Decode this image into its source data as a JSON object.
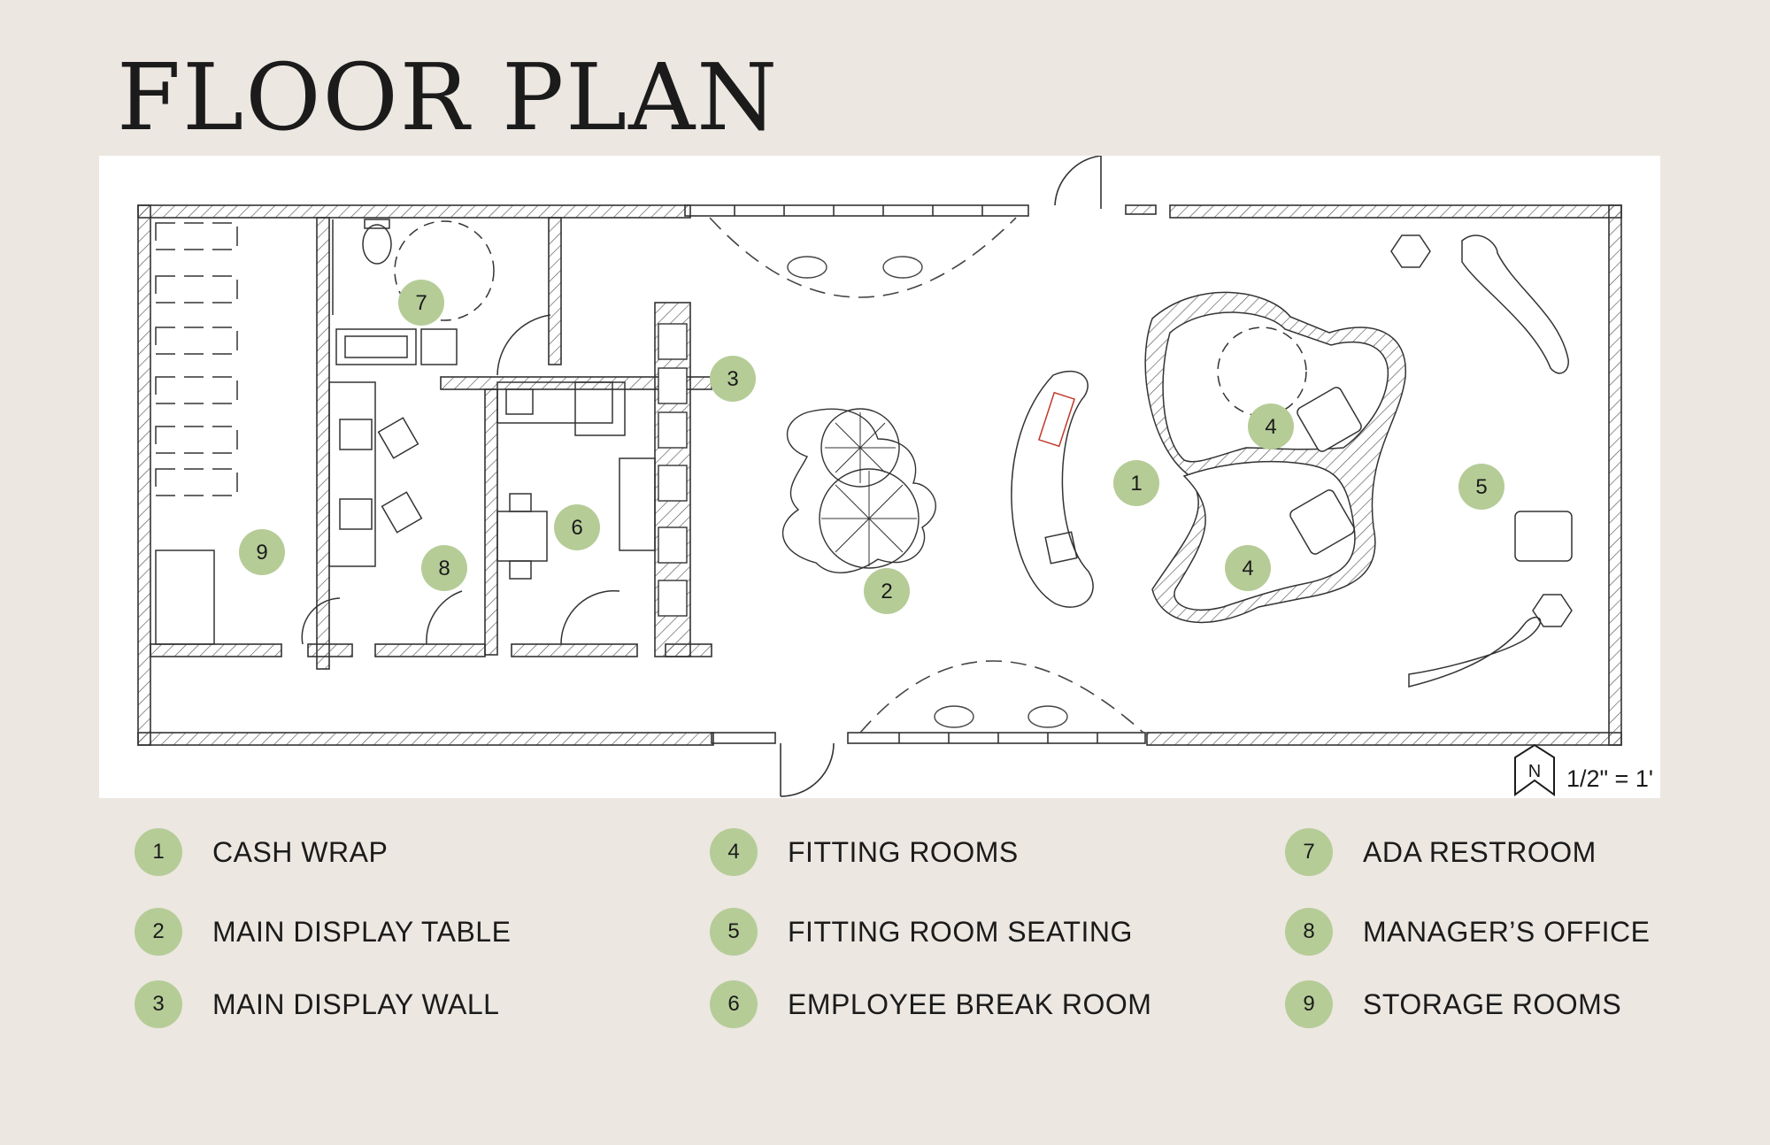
{
  "title": "FLOOR PLAN",
  "scale": "1/2\" = 1'",
  "north_label": "N",
  "accent_color": "#b5cc97",
  "markers": [
    "1",
    "2",
    "3",
    "4",
    "4",
    "5",
    "6",
    "7",
    "8",
    "9"
  ],
  "legend": [
    {
      "number": "1",
      "label": "CASH WRAP"
    },
    {
      "number": "2",
      "label": "MAIN DISPLAY TABLE"
    },
    {
      "number": "3",
      "label": "MAIN DISPLAY WALL"
    },
    {
      "number": "4",
      "label": "FITTING ROOMS"
    },
    {
      "number": "5",
      "label": "FITTING ROOM SEATING"
    },
    {
      "number": "6",
      "label": "EMPLOYEE BREAK ROOM"
    },
    {
      "number": "7",
      "label": "ADA RESTROOM"
    },
    {
      "number": "8",
      "label": "MANAGER’S OFFICE"
    },
    {
      "number": "9",
      "label": "STORAGE ROOMS"
    }
  ]
}
